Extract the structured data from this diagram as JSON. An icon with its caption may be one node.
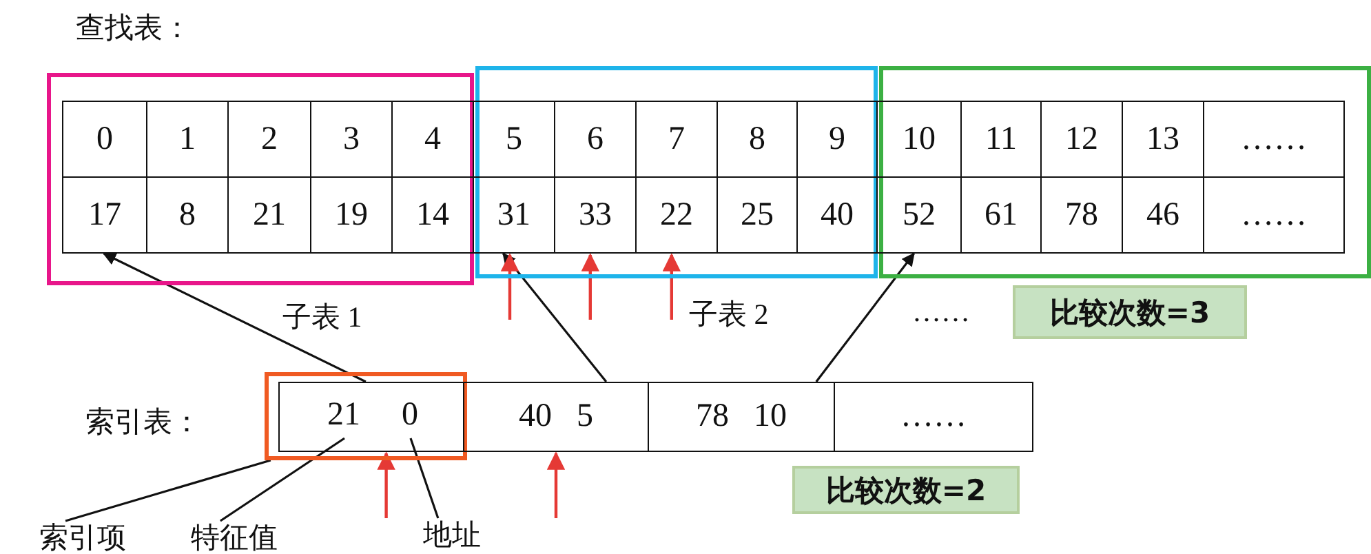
{
  "diagram": {
    "title": "查找表：",
    "nodes": [
      {
        "text": [
          "子表 1"
        ]
      },
      {
        "text": [
          "0"
        ],
        "in": 0
      },
      {
        "text": [
          "1"
        ],
        "in": 0
      },
      {
        "text": [
          "2"
        ],
        "in": 0
      },
      {
        "text": [
          "3"
        ],
        "in": 0
      },
      {
        "text": [
          "4"
        ],
        "in": 0
      },
      {
        "text": [
          "17"
        ],
        "in": 0
      },
      {
        "text": [
          "8"
        ],
        "in": 0
      },
      {
        "text": [
          "21"
        ],
        "in": 0
      },
      {
        "text": [
          "19"
        ],
        "in": 0
      },
      {
        "text": [
          "14"
        ],
        "in": 0
      },
      {
        "text": [
          "子表 2"
        ]
      },
      {
        "text": [
          "5"
        ],
        "in": 11
      },
      {
        "text": [
          "6"
        ],
        "in": 11
      },
      {
        "text": [
          "7"
        ],
        "in": 11
      },
      {
        "text": [
          "8"
        ],
        "in": 11
      },
      {
        "text": [
          "9"
        ],
        "in": 11
      },
      {
        "text": [
          "31"
        ],
        "in": 11
      },
      {
        "text": [
          "33"
        ],
        "in": 11
      },
      {
        "text": [
          "22"
        ],
        "in": 11
      },
      {
        "text": [
          "25"
        ],
        "in": 11
      },
      {
        "text": [
          "40"
        ],
        "in": 11
      },
      {
        "text": [],
        "shape": "box"
      },
      {
        "text": [
          "10"
        ],
        "in": 22
      },
      {
        "text": [
          "11"
        ],
        "in": 22
      },
      {
        "text": [
          "12"
        ],
        "in": 22
      },
      {
        "text": [
          "13"
        ],
        "in": 22
      },
      {
        "text": [
          "……"
        ],
        "in": 22
      },
      {
        "text": [
          "52"
        ],
        "in": 22
      },
      {
        "text": [
          "61"
        ],
        "in": 22
      },
      {
        "text": [
          "78"
        ],
        "in": 22
      },
      {
        "text": [
          "46"
        ],
        "in": 22
      },
      {
        "text": [
          "……"
        ],
        "in": 22
      },
      {
        "text": [
          "比较次数=3"
        ]
      },
      {
        "text": [],
        "shape": "box"
      },
      {
        "text": [],
        "shape": "box",
        "in": 34
      },
      {
        "text": [
          "21"
        ],
        "in": 35
      },
      {
        "text": [
          "0"
        ],
        "in": 35
      },
      {
        "text": [
          "40",
          "5"
        ]
      },
      {
        "text": [
          "78",
          "10"
        ]
      },
      {
        "text": [
          "……"
        ]
      },
      {
        "text": [
          "比较次数=2"
        ]
      },
      {
        "text": [
          "索引项"
        ]
      },
      {
        "text": [
          "特征值"
        ]
      },
      {
        "text": [
          "地址"
        ]
      }
    ],
    "edges": [
      {
        "from": 35,
        "to": 6,
        "arrow": "to"
      },
      {
        "from": 38,
        "to": 17,
        "arrow": "to"
      },
      {
        "from": 39,
        "to": 28,
        "arrow": "to"
      },
      {
        "from": null,
        "to": 17,
        "arrow": "to",
        "color": "#e53935"
      },
      {
        "from": null,
        "to": 18,
        "arrow": "to",
        "color": "#e53935"
      },
      {
        "from": null,
        "to": 19,
        "arrow": "to",
        "color": "#e53935"
      },
      {
        "from": null,
        "to": 35,
        "arrow": "to",
        "color": "#e53935"
      },
      {
        "from": null,
        "to": 38,
        "arrow": "to",
        "color": "#e53935"
      },
      {
        "from": 42,
        "to": 34,
        "arrow": "none"
      },
      {
        "from": 43,
        "to": 36,
        "arrow": "none"
      },
      {
        "from": 44,
        "to": 37,
        "arrow": "none"
      }
    ],
    "labels": [
      "……",
      "索引表："
    ]
  }
}
